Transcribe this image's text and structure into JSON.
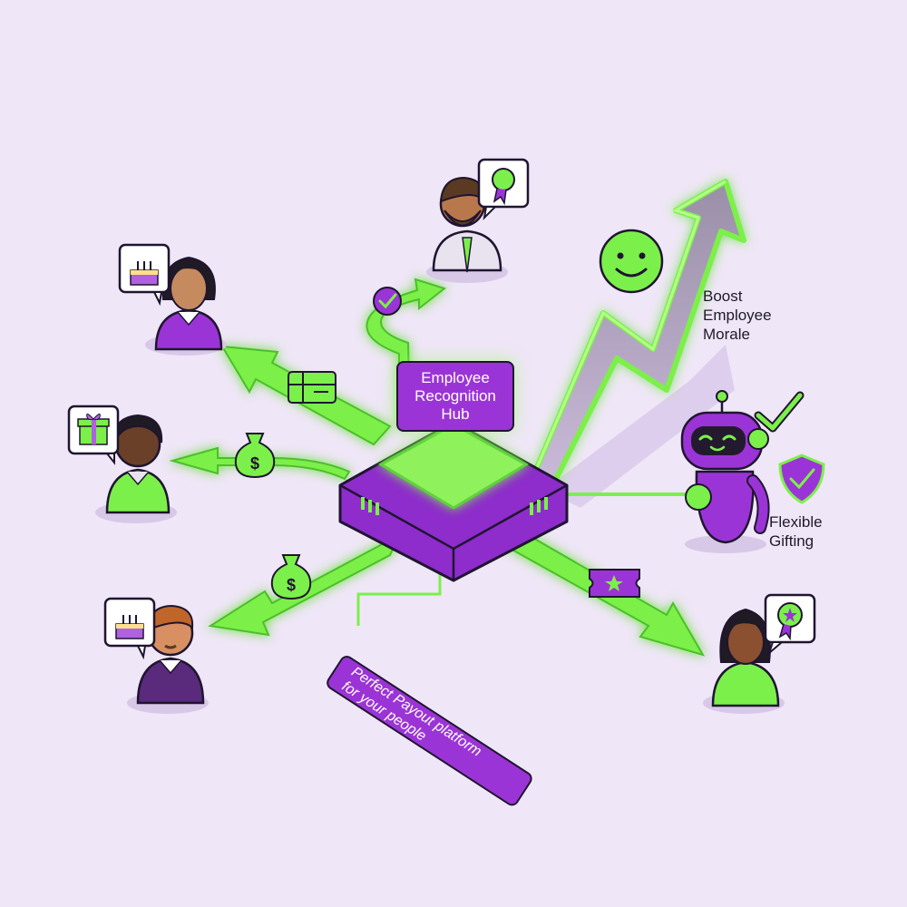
{
  "hub": {
    "label_line1": "Employee",
    "label_line2": "Recognition",
    "label_line3": "Hub"
  },
  "features": {
    "morale_line1": "Boost",
    "morale_line2": "Employee",
    "morale_line3": "Morale",
    "gifting_line1": "Flexible",
    "gifting_line2": "Gifting"
  },
  "tagline": {
    "line1": "Perfect Payout platform",
    "line2": "for your people"
  },
  "icons": {
    "money": "$"
  },
  "colors": {
    "background": "#efe6f7",
    "purple": "#9b34d6",
    "green": "#7cf04a",
    "outline": "#1f1530"
  }
}
